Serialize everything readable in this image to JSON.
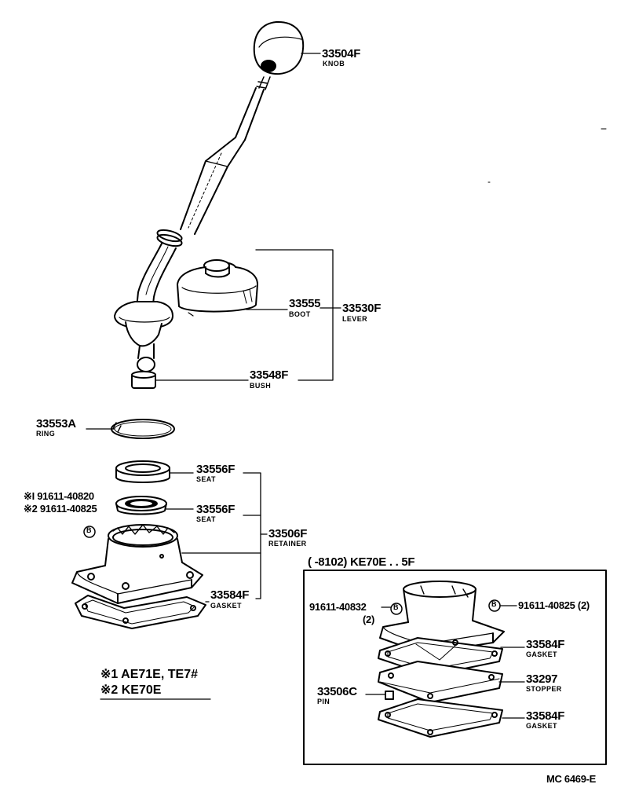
{
  "labels": {
    "knob": {
      "part": "33504F",
      "name": "KNOB"
    },
    "boot": {
      "part": "33555",
      "name": "BOOT"
    },
    "lever": {
      "part": "33530F",
      "name": "LEVER"
    },
    "bush": {
      "part": "33548F",
      "name": "BUSH"
    },
    "ring": {
      "part": "33553A",
      "name": "RING"
    },
    "seat1": {
      "part": "33556F",
      "name": "SEAT"
    },
    "seat2": {
      "part": "33556F",
      "name": "SEAT"
    },
    "retainer": {
      "part": "33506F",
      "name": "RETAINER"
    },
    "gasket_left": {
      "part": "33584F",
      "name": "GASKET"
    },
    "bolt_left_1": "※I 91611-40820",
    "bolt_left_2": "※2 91611-40825",
    "bolt_mark": "B"
  },
  "inset": {
    "title": "(      -8102) KE70E . . 5F",
    "bolt_left": "91611-40832",
    "bolt_left_qty": "(2)",
    "bolt_right": "91611-40825 (2)",
    "gasket_top": {
      "part": "33584F",
      "name": "GASKET"
    },
    "stopper": {
      "part": "33297",
      "name": "STOPPER"
    },
    "pin": {
      "part": "33506C",
      "name": "PIN"
    },
    "gasket_bottom": {
      "part": "33584F",
      "name": "GASKET"
    }
  },
  "notes": {
    "note1": "※1 AE71E, TE7#",
    "note2": "※2 KE70E"
  },
  "footer": {
    "code": "MC 6469-E"
  }
}
